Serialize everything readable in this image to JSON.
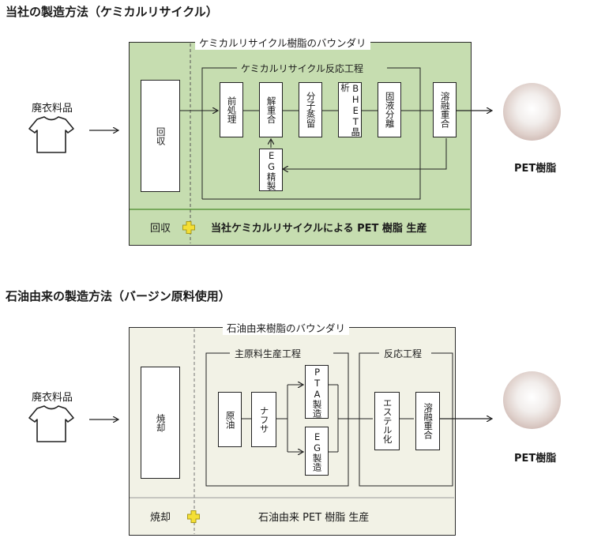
{
  "chem": {
    "title": "当社の製造方法（ケミカルリサイクル）",
    "boundary_label": "ケミカルリサイクル樹脂のバウンダリ",
    "process_label": "ケミカルリサイクル反応工程",
    "input_label": "廃衣料品",
    "collect": "回収",
    "steps": [
      "前処理",
      "解重合",
      "分子蒸留",
      "BHET晶析",
      "固液分離",
      "溶融重合"
    ],
    "eg": "EG精製",
    "output_label": "PET樹脂",
    "footer_left": "回収",
    "footer_right": "当社ケミカルリサイクルによる PET 樹脂 生産"
  },
  "virgin": {
    "title": "石油由来の製造方法（バージン原料使用）",
    "boundary_label": "石油由来樹脂のバウンダリ",
    "raw_label": "主原料生産工程",
    "reaction_label": "反応工程",
    "input_label": "廃衣料品",
    "incinerate": "焼却",
    "crude": "原油",
    "naphtha": "ナフサ",
    "pta": "PTA製造",
    "eg": "EG製造",
    "ester": "エステル化",
    "melt": "溶融重合",
    "output_label": "PET樹脂",
    "footer_left": "焼却",
    "footer_right": "石油由来 PET 樹脂 生産"
  },
  "colors": {
    "green_panel": "#c6ddb0",
    "beige_panel": "#f2f2e6",
    "plus_icon": "#f4df35"
  }
}
